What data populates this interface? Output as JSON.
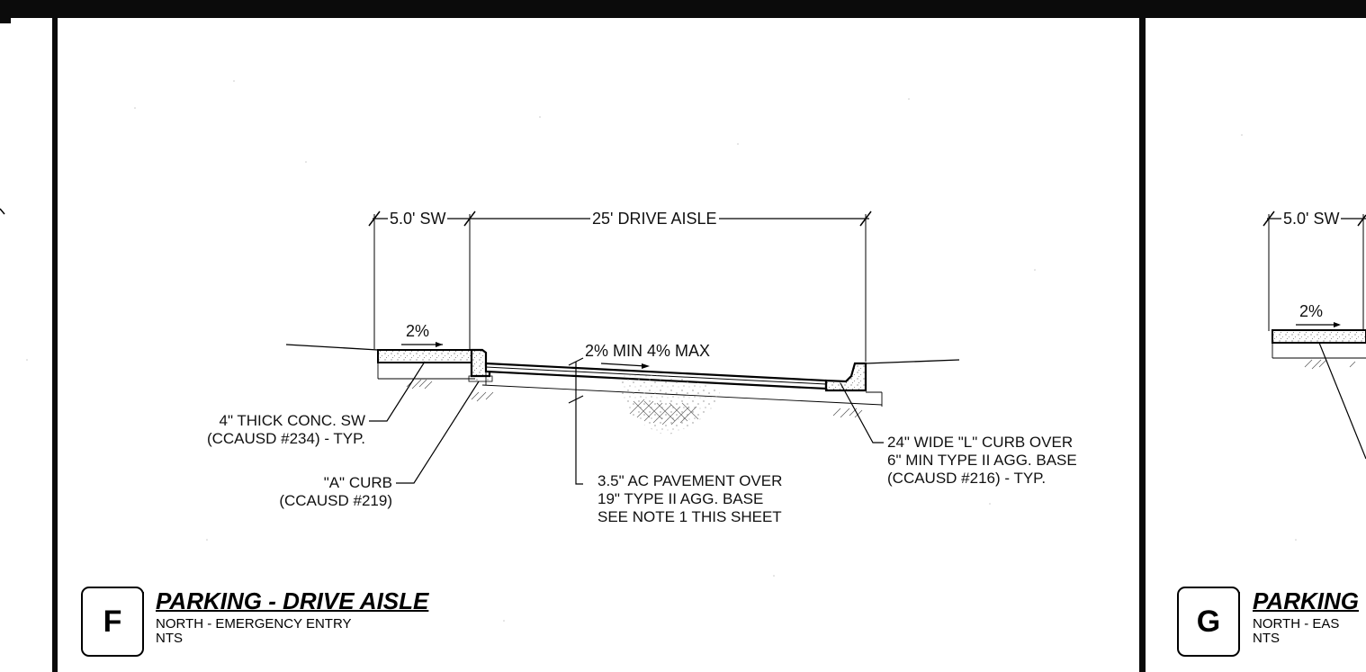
{
  "detail_f": {
    "letter": "F",
    "title": "PARKING - DRIVE AISLE",
    "subtitle": "NORTH - EMERGENCY ENTRY",
    "scale": "NTS",
    "dims": {
      "sidewalk": "5.0' SW",
      "aisle": "25' DRIVE AISLE"
    },
    "slopes": {
      "sidewalk": "2%",
      "aisle": "2% MIN 4% MAX"
    },
    "notes": {
      "sidewalk": [
        "4\" THICK CONC. SW",
        "(CCAUSD #234) - TYP."
      ],
      "a_curb": [
        "\"A\" CURB",
        "(CCAUSD #219)"
      ],
      "pavement": [
        "3.5\" AC PAVEMENT OVER",
        "19\" TYPE II AGG. BASE",
        "SEE NOTE 1 THIS SHEET"
      ],
      "l_curb": [
        "24\" WIDE \"L\" CURB OVER",
        "6\" MIN TYPE II AGG. BASE",
        "(CCAUSD #216) - TYP."
      ]
    }
  },
  "detail_g": {
    "letter": "G",
    "title": "PARKING",
    "subtitle": "NORTH - EAS",
    "scale": "NTS",
    "dims": {
      "sidewalk": "5.0' SW"
    },
    "slopes": {
      "sidewalk": "2%"
    }
  }
}
